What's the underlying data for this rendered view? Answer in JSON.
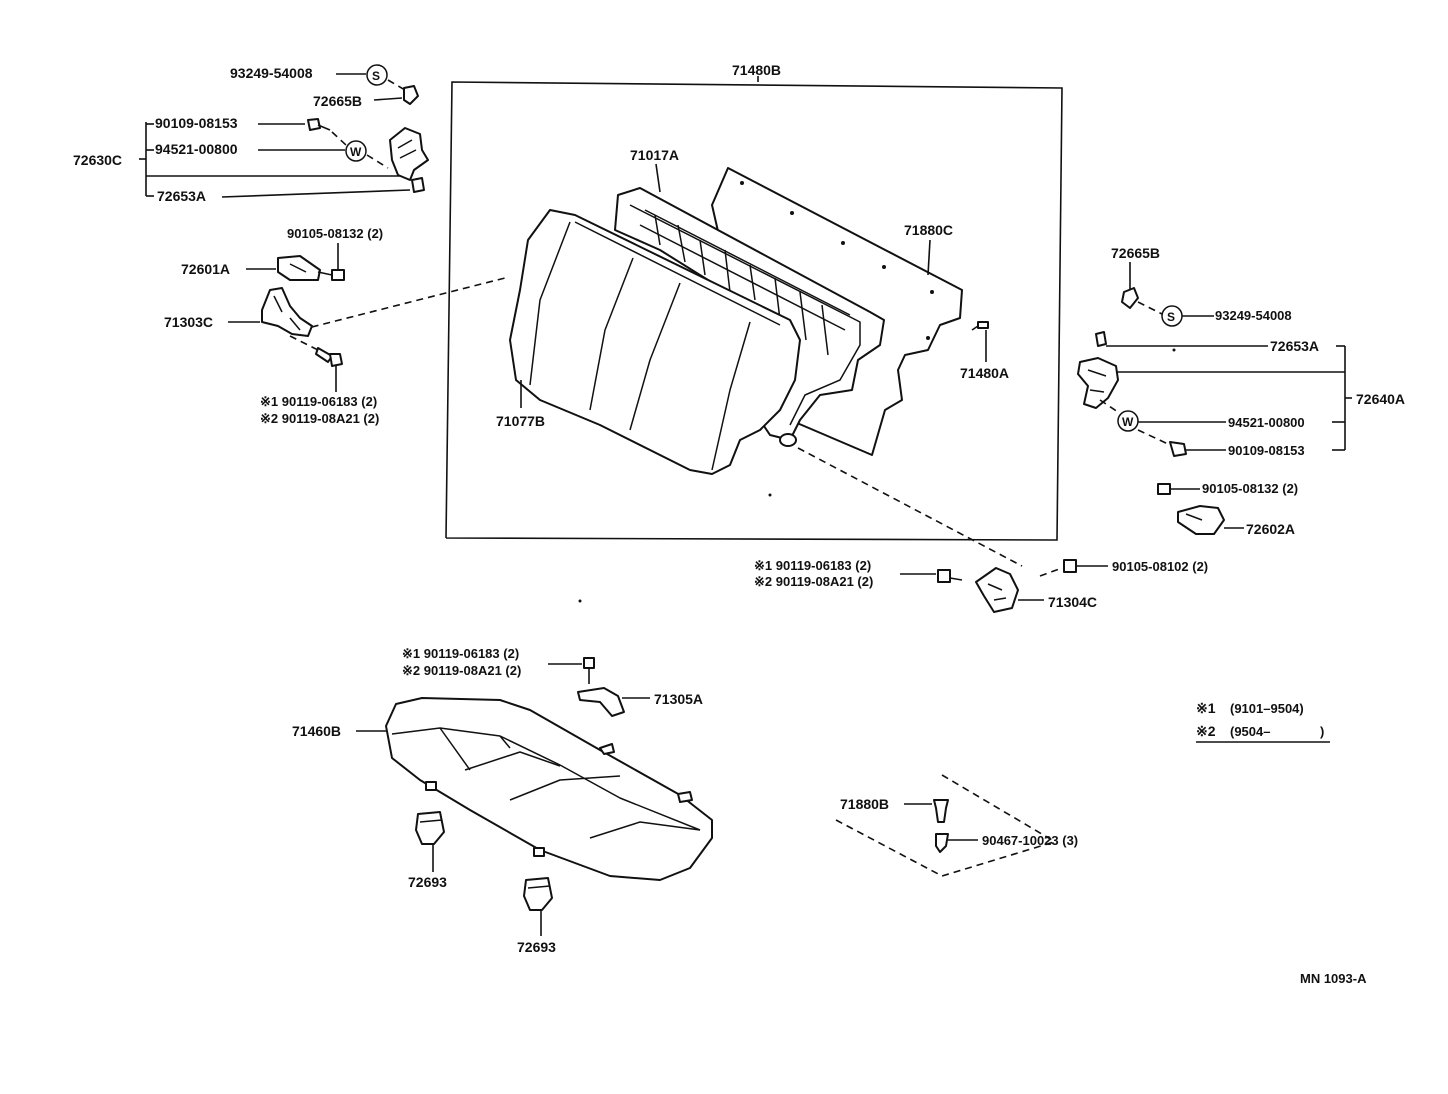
{
  "diagram": {
    "code": "MN 1093-A",
    "legend": {
      "mark1": "※1",
      "range1": "(9101–9504)",
      "mark2": "※2",
      "range2": "(9504–",
      "close2": ")"
    },
    "labels": {
      "p71480B": "71480B",
      "p71017A": "71017A",
      "p71880C": "71880C",
      "p71480A": "71480A",
      "p71077B": "71077B",
      "l93249": "93249-54008",
      "l72665B": "72665B",
      "l90109": "90109-08153",
      "l94521": "94521-00800",
      "l72630C": "72630C",
      "l72653A": "72653A",
      "l90105_08132": "90105-08132 (2)",
      "l72601A": "72601A",
      "l71303C": "71303C",
      "l_m1a": "※1 90119-06183 (2)",
      "l_m2a": "※2 90119-08A21 (2)",
      "r72665B": "72665B",
      "r93249": "93249-54008",
      "r72653A": "72653A",
      "r72640A": "72640A",
      "r94521": "94521-00800",
      "r90109": "90109-08153",
      "r90105_08132": "90105-08132 (2)",
      "r72602A": "72602A",
      "r90105_08102": "90105-08102 (2)",
      "c_m1": "※1 90119-06183 (2)",
      "c_m2": "※2 90119-08A21 (2)",
      "c71304C": "71304C",
      "b_m1": "※1 90119-06183 (2)",
      "b_m2": "※2 90119-08A21 (2)",
      "b71305A": "71305A",
      "b71460B": "71460B",
      "b72693a": "72693",
      "b72693b": "72693",
      "b71880B": "71880B",
      "b90467": "90467-10023 (3)"
    },
    "circle_letters": {
      "s": "S",
      "w": "W"
    }
  }
}
